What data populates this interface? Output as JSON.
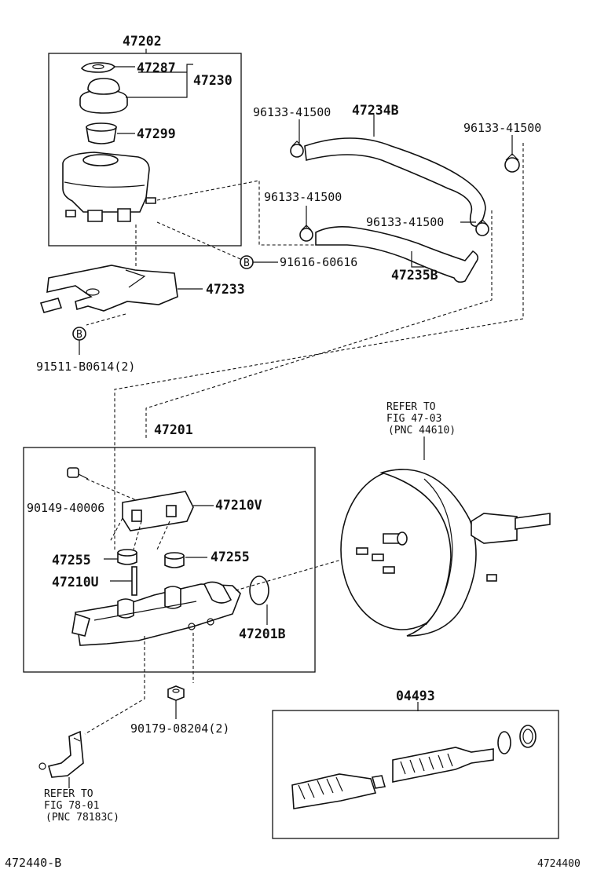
{
  "diagram": {
    "labels": {
      "p47202": "47202",
      "p47287": "47287",
      "p47230": "47230",
      "p47299": "47299",
      "p96133_a": "96133-41500",
      "p47234B": "47234B",
      "p96133_b": "96133-41500",
      "p96133_c": "96133-41500",
      "p96133_d": "96133-41500",
      "p47235B": "47235B",
      "p91616": "91616-60616",
      "p47233": "47233",
      "p91511": "91511-B0614(2)",
      "bolt_marker": "B",
      "p47201": "47201",
      "p90149": "90149-40006",
      "p47210V": "47210V",
      "p47255_l": "47255",
      "p47255_r": "47255",
      "p47210U": "47210U",
      "p47201B": "47201B",
      "p90179": "90179-08204(2)",
      "p04493": "04493"
    },
    "refs": {
      "booster_line1": "REFER TO",
      "booster_line2": "FIG 47-03",
      "booster_line3": "(PNC 44610)",
      "bracket_line1": "REFER TO",
      "bracket_line2": "FIG 78-01",
      "bracket_line3": "(PNC 78183C)"
    },
    "footer": {
      "left_code": "472440-B",
      "right_code": "4724400"
    }
  }
}
